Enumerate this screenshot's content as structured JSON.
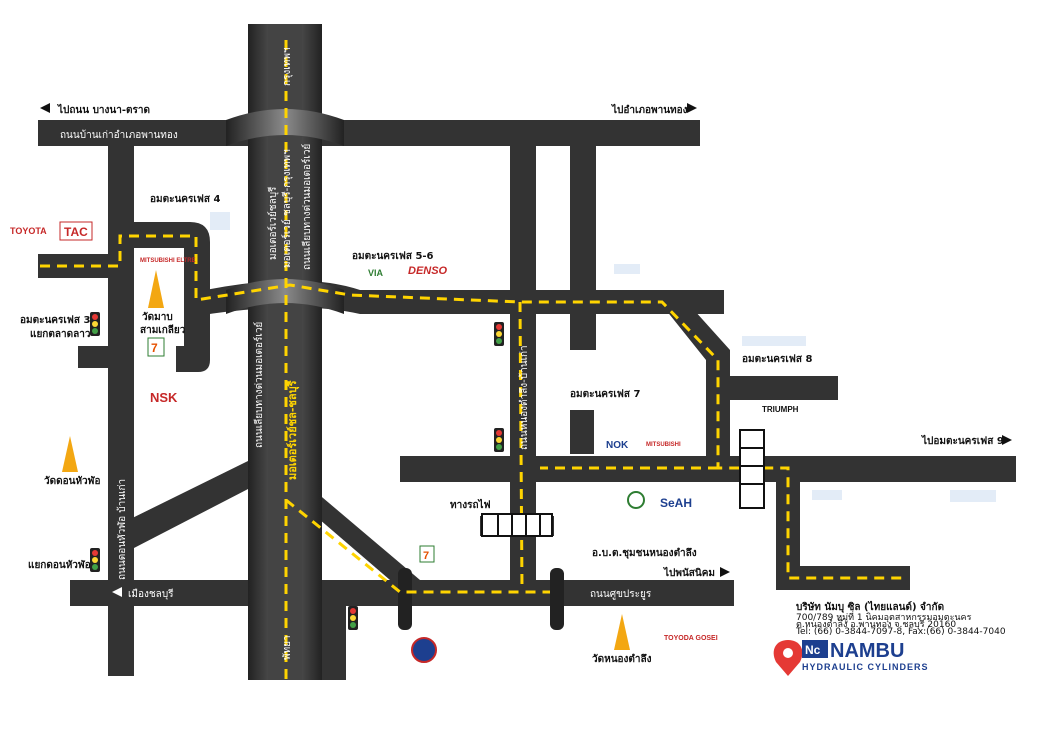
{
  "roads": {
    "top_road": "ถนนบ้านเก่าอำเภอพานทอง",
    "top_left_dir": "ไปถนน บางนา-ตราด",
    "top_right_dir": "ไปอำเภอพานทอง",
    "left_vertical": "ถนนดอนหัวฬ่อ บ้านเก่า",
    "center_vertical": "ถนนหนองตำลึง-บ้านเก่า",
    "bottom_road": "ถนนศูขประยูร",
    "bottom_left_dir": "เมืองชลบุรี",
    "bottom_right_dir": "ไปพนัสนิคม",
    "right_dir": "ไปอมตะนครเฟส 9",
    "highway_top": "กรุงเทพฯ",
    "highway_bottom": "พัทยา",
    "highway_main": "มอเตอร์เวย์ ชลบุรี-กรุงเทพฯ",
    "highway_main2": "มอเตอร์เวย์ชลบุรี",
    "highway_frontage_left": "ถนนเลียบทางด่วนมอเตอร์เวย์",
    "highway_frontage_right": "ถนนเลียบทางด่วนมอเตอร์เวย์",
    "highway_yellow": "มอเตอร์เวย์ชล-ชลบุรี"
  },
  "places": {
    "phase4": "อมตะนครเฟส 4",
    "phase56": "อมตะนครเฟส 5-6",
    "phase3": "อมตะนครเฟส 3",
    "phase3_sub": "แยกตลาดลาว",
    "phase7": "อมตะนครเฟส 7",
    "phase8": "อมตะนครเฟส 8",
    "temple1": "วัดมาบ",
    "temple1b": "สามเกลียว",
    "temple2": "วัดดอนหัวฬ่อ",
    "temple3": "วัดหนองตำลึง",
    "junction": "แยกดอนหัวฬ่อ",
    "railway": "ทางรถไฟ",
    "community": "อ.บ.ต.ชุมชนหนองตำลึง"
  },
  "brands": {
    "toyota": "TOYOTA",
    "tac": "TAC",
    "mitsubishi": "MITSUBISHI ELTRE",
    "nsk": "NSK",
    "via": "VIA",
    "denso": "DENSO",
    "triumph": "TRIUMPH",
    "nok": "NOK",
    "mitsubishi2": "MITSUBISHI",
    "seah": "SeAH",
    "toyoda": "TOYODA GOSEI",
    "seven": "7"
  },
  "company": {
    "name_th": "บริษัท นัมบุ ซิล (ไทยแลนด์) จำกัด",
    "addr1": "700/789 หมู่ที่ 1 นิคมอุตสาหกรรมอมตะนคร",
    "addr2": "ต.หนองตำลึง อ.พานทอง จ.ชลบุรี 20160",
    "tel": "Tel: (66) 0-3844-7097-8, Fax:(66) 0-3844-7040",
    "logo_main": "NAMBU",
    "logo_prefix": "Nc",
    "logo_sub": "HYDRAULIC CYLINDERS"
  },
  "colors": {
    "road": "#333333",
    "highway": "#555555",
    "dash": "#ffd400",
    "pin": "#e53935",
    "brand_blue": "#1d3f8f"
  }
}
